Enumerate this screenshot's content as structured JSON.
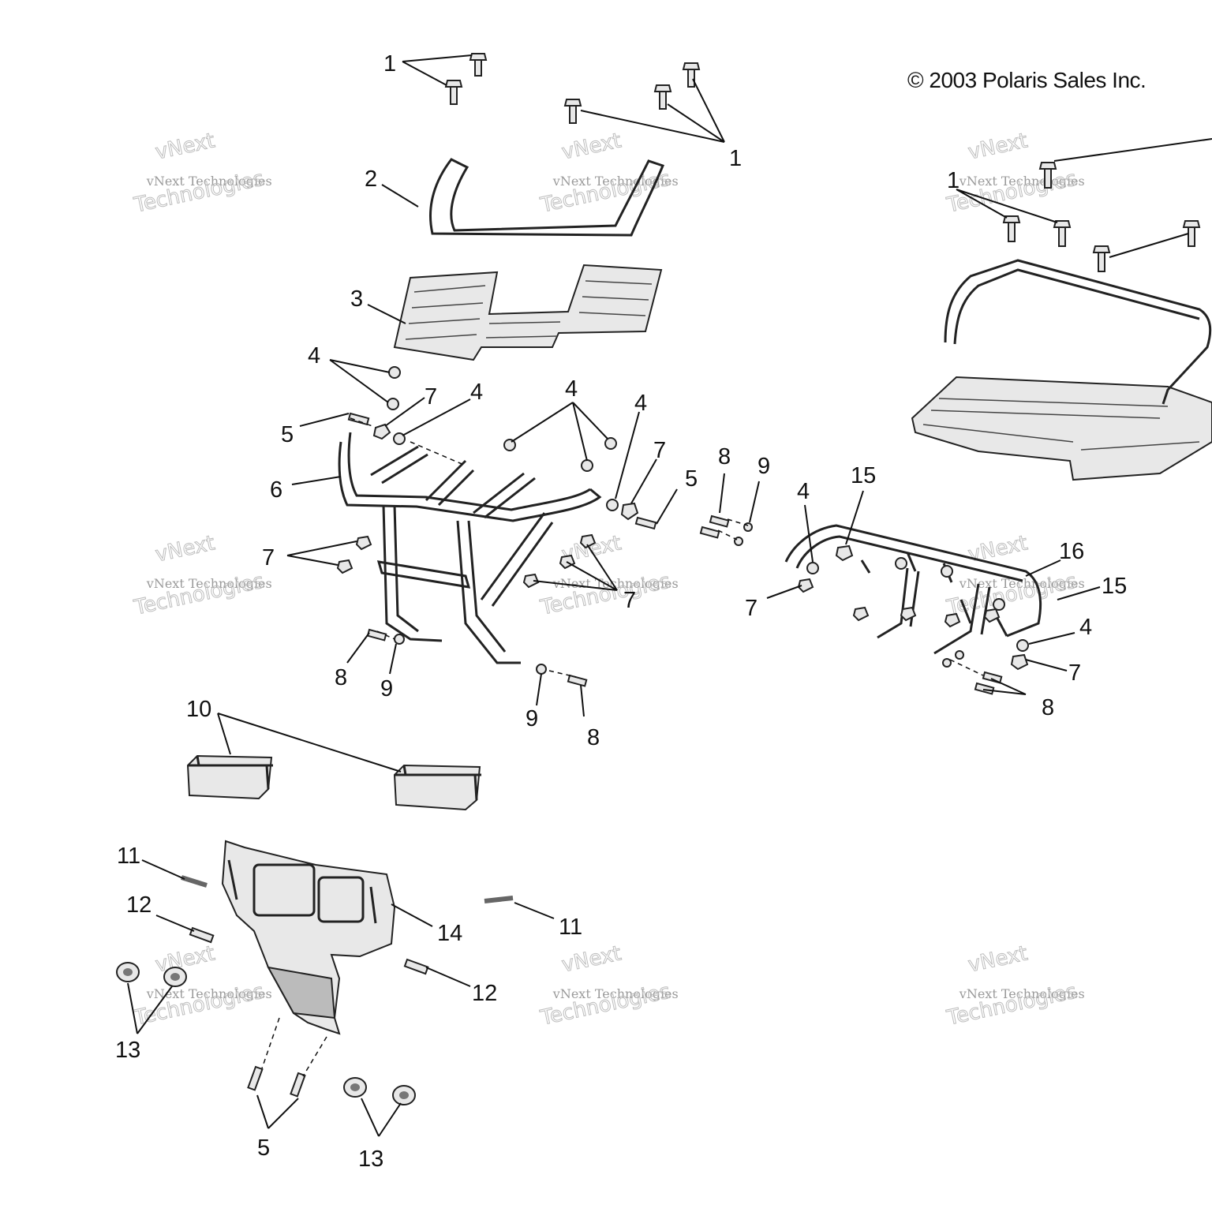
{
  "copyright": "© 2003 Polaris Sales Inc.",
  "watermark": {
    "line1": "vNext",
    "line2": "vNext Technologies",
    "line3": "Technologies"
  },
  "callouts": [
    {
      "id": "c1a",
      "text": "1"
    },
    {
      "id": "c1b",
      "text": "1"
    },
    {
      "id": "c1c",
      "text": "1"
    },
    {
      "id": "c2",
      "text": "2"
    },
    {
      "id": "c3",
      "text": "3"
    },
    {
      "id": "c4a",
      "text": "4"
    },
    {
      "id": "c4b",
      "text": "4"
    },
    {
      "id": "c4c",
      "text": "4"
    },
    {
      "id": "c4d",
      "text": "4"
    },
    {
      "id": "c4e",
      "text": "4"
    },
    {
      "id": "c4f",
      "text": "4"
    },
    {
      "id": "c5a",
      "text": "5"
    },
    {
      "id": "c5b",
      "text": "5"
    },
    {
      "id": "c5c",
      "text": "5"
    },
    {
      "id": "c6",
      "text": "6"
    },
    {
      "id": "c7a",
      "text": "7"
    },
    {
      "id": "c7b",
      "text": "7"
    },
    {
      "id": "c7c",
      "text": "7"
    },
    {
      "id": "c7d",
      "text": "7"
    },
    {
      "id": "c7e",
      "text": "7"
    },
    {
      "id": "c7f",
      "text": "7"
    },
    {
      "id": "c8a",
      "text": "8"
    },
    {
      "id": "c8b",
      "text": "8"
    },
    {
      "id": "c8c",
      "text": "8"
    },
    {
      "id": "c8d",
      "text": "8"
    },
    {
      "id": "c9a",
      "text": "9"
    },
    {
      "id": "c9b",
      "text": "9"
    },
    {
      "id": "c9c",
      "text": "9"
    },
    {
      "id": "c10",
      "text": "10"
    },
    {
      "id": "c11a",
      "text": "11"
    },
    {
      "id": "c11b",
      "text": "11"
    },
    {
      "id": "c12a",
      "text": "12"
    },
    {
      "id": "c12b",
      "text": "12"
    },
    {
      "id": "c13a",
      "text": "13"
    },
    {
      "id": "c13b",
      "text": "13"
    },
    {
      "id": "c14",
      "text": "14"
    },
    {
      "id": "c15a",
      "text": "15"
    },
    {
      "id": "c15b",
      "text": "15"
    },
    {
      "id": "c16",
      "text": "16"
    }
  ]
}
